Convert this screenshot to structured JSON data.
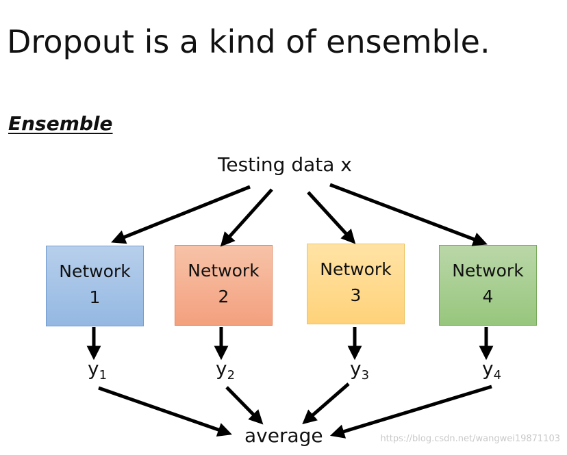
{
  "title": "Dropout is a kind of ensemble.",
  "section_heading": "Ensemble",
  "input_label": "Testing data x",
  "networks": [
    {
      "line1": "Network",
      "line2": "1",
      "color": "#9dbde5"
    },
    {
      "line1": "Network",
      "line2": "2",
      "color": "#f4ab8a"
    },
    {
      "line1": "Network",
      "line2": "3",
      "color": "#ffd98a"
    },
    {
      "line1": "Network",
      "line2": "4",
      "color": "#a3cc8b"
    }
  ],
  "outputs": [
    {
      "symbol": "y",
      "index": "1"
    },
    {
      "symbol": "y",
      "index": "2"
    },
    {
      "symbol": "y",
      "index": "3"
    },
    {
      "symbol": "y",
      "index": "4"
    }
  ],
  "result_label": "average",
  "watermark": "https://blog.csdn.net/wangwei19871103"
}
